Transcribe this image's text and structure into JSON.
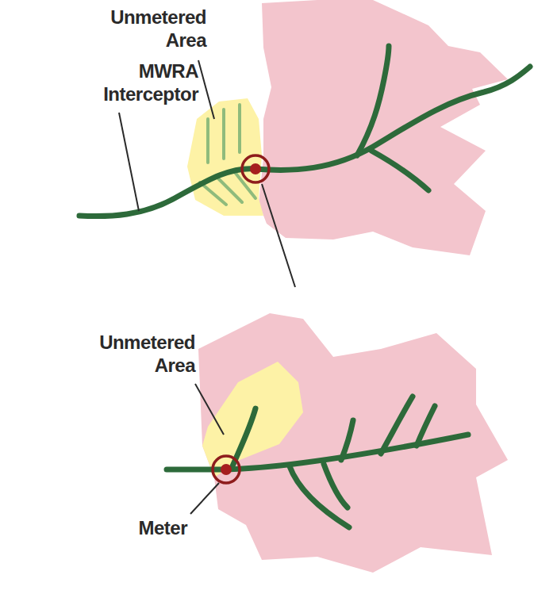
{
  "diagram": {
    "labels": [
      "Unmetered Area",
      "MWRA Interceptor",
      "Unmetered Area",
      "Meter"
    ]
  }
}
